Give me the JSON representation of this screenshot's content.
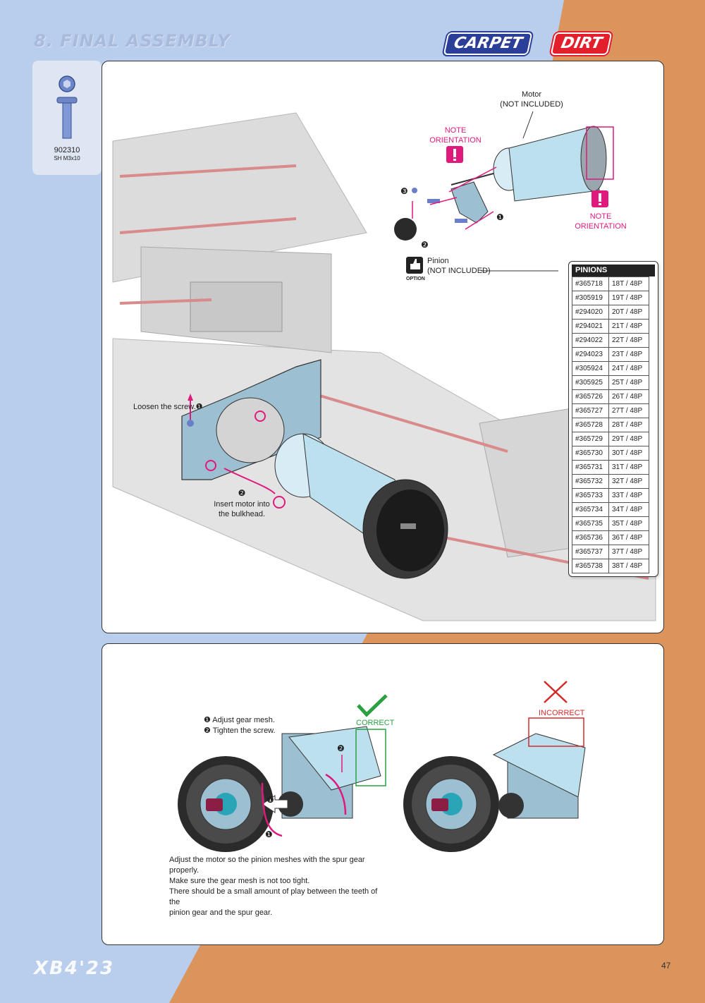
{
  "header": {
    "section_title": "8. FINAL ASSEMBLY",
    "tag_carpet": "CARPET",
    "tag_dirt": "DIRT"
  },
  "parts": {
    "code": "902310",
    "size": "SH M3x10"
  },
  "top_panel": {
    "motor_label": [
      "Motor",
      "(NOT INCLUDED)"
    ],
    "note1": [
      "NOTE",
      "ORIENTATION"
    ],
    "note2": [
      "NOTE",
      "ORIENTATION"
    ],
    "step3": "❸",
    "step1": "❶",
    "step2": "❷",
    "pinion_label": [
      "Pinion",
      "(NOT INCLUDED)"
    ],
    "option_label": "OPTION",
    "loosen": "Loosen the screw.❶",
    "insert_num": "❷",
    "insert": [
      "Insert motor into",
      "the bulkhead."
    ],
    "pinions": {
      "title": "PINIONS",
      "rows": [
        [
          "#365718",
          "18T / 48P"
        ],
        [
          "#305919",
          "19T / 48P"
        ],
        [
          "#294020",
          "20T / 48P"
        ],
        [
          "#294021",
          "21T / 48P"
        ],
        [
          "#294022",
          "22T / 48P"
        ],
        [
          "#294023",
          "23T / 48P"
        ],
        [
          "#305924",
          "24T / 48P"
        ],
        [
          "#305925",
          "25T / 48P"
        ],
        [
          "#365726",
          "26T / 48P"
        ],
        [
          "#365727",
          "27T / 48P"
        ],
        [
          "#365728",
          "28T / 48P"
        ],
        [
          "#365729",
          "29T / 48P"
        ],
        [
          "#365730",
          "30T / 48P"
        ],
        [
          "#365731",
          "31T / 48P"
        ],
        [
          "#365732",
          "32T / 48P"
        ],
        [
          "#365733",
          "33T / 48P"
        ],
        [
          "#365734",
          "34T / 48P"
        ],
        [
          "#365735",
          "35T / 48P"
        ],
        [
          "#365736",
          "36T / 48P"
        ],
        [
          "#365737",
          "37T / 48P"
        ],
        [
          "#365738",
          "38T / 48P"
        ]
      ]
    }
  },
  "bottom_panel": {
    "step1": "❶ Adjust gear mesh.",
    "step2": "❷ Tighten the screw.",
    "correct": "CORRECT",
    "incorrect": "INCORRECT",
    "num1a": "❶",
    "num1b": "❶",
    "num2": "❷",
    "desc1": [
      "Adjust the motor so the pinion meshes with the spur gear properly.",
      "Make sure the gear mesh is not too tight."
    ],
    "desc2": [
      "There should be a small amount of play between the teeth of the",
      "pinion gear and the spur gear."
    ]
  },
  "footer": {
    "logo": "XB4'23",
    "page": "47"
  },
  "colors": {
    "bg_blue": "#b9cdec",
    "bg_orange": "#db955c",
    "accent_pink": "#e0197d",
    "carpet_blue": "#2b3f98",
    "dirt_red": "#e21f2b"
  }
}
